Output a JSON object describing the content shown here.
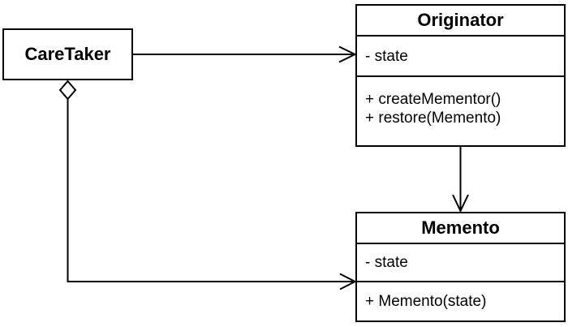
{
  "diagram": {
    "type": "uml-class-diagram",
    "colors": {
      "line": "#000000",
      "background": "#ffffff",
      "box_fill": "#ffffff",
      "text": "#000000"
    },
    "classes": [
      {
        "id": "caretaker",
        "name": "CareTaker",
        "attributes": [],
        "methods": []
      },
      {
        "id": "originator",
        "name": "Originator",
        "attributes": [
          "- state"
        ],
        "methods": [
          "+ createMementor()",
          "+ restore(Memento)"
        ]
      },
      {
        "id": "memento",
        "name": "Memento",
        "attributes": [
          "- state"
        ],
        "methods": [
          "+ Memento(state)"
        ]
      }
    ],
    "relationships": [
      {
        "from": "CareTaker",
        "to": "Originator",
        "type": "directed-association",
        "arrowhead": "open-arrow"
      },
      {
        "from": "Originator",
        "to": "Memento",
        "type": "directed-association",
        "arrowhead": "open-arrow"
      },
      {
        "from": "CareTaker",
        "to": "Memento",
        "type": "aggregation",
        "arrowhead": "open-arrow",
        "tail": "hollow-diamond"
      }
    ]
  }
}
